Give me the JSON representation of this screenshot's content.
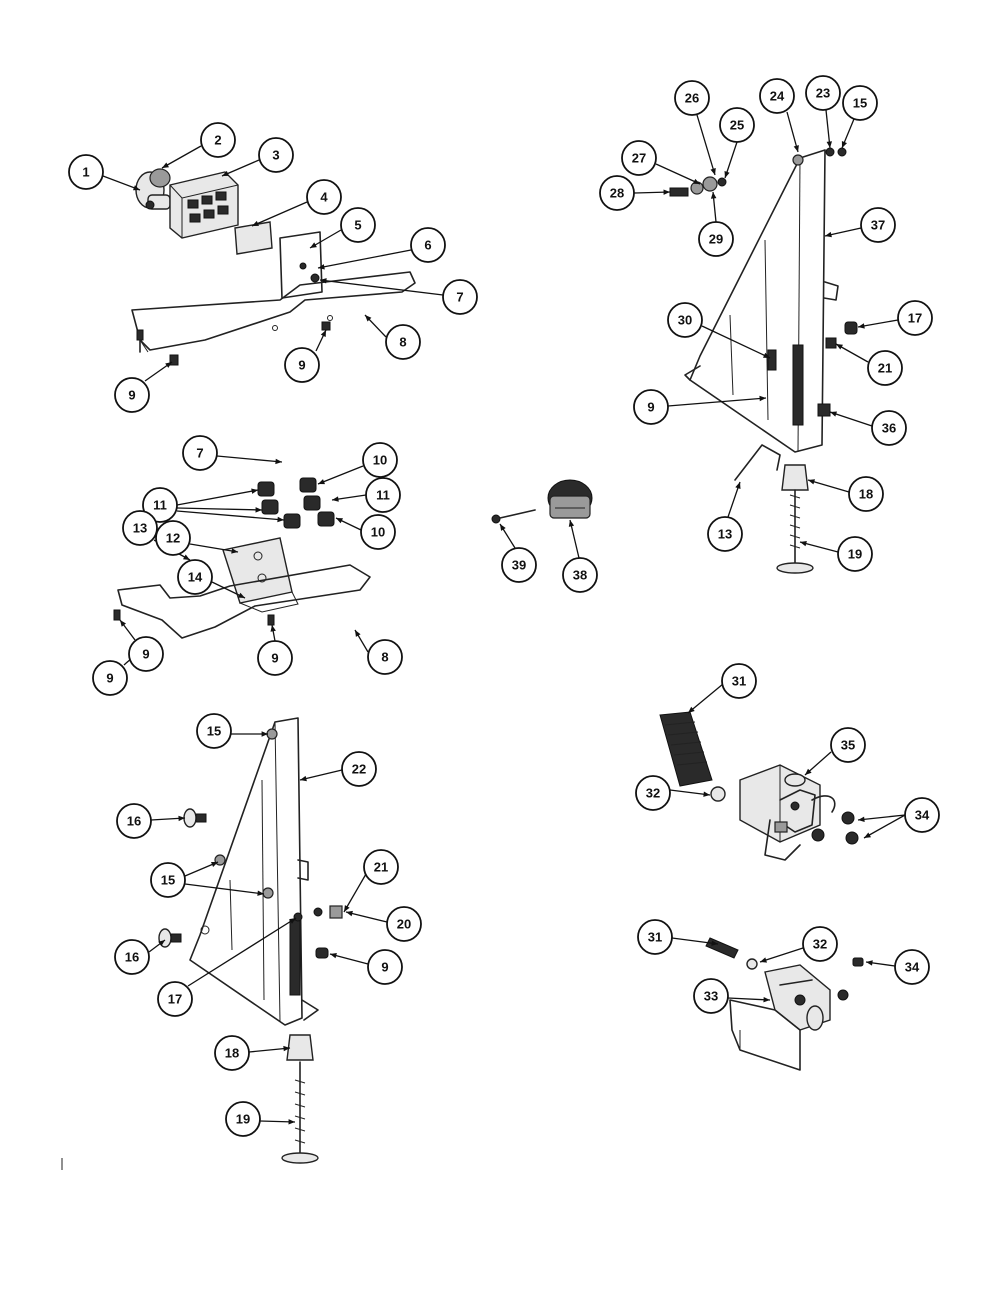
{
  "callouts": [
    "1",
    "2",
    "3",
    "4",
    "5",
    "6",
    "7",
    "8",
    "9",
    "10",
    "11",
    "12",
    "13",
    "14",
    "15",
    "16",
    "17",
    "18",
    "19",
    "20",
    "21",
    "22",
    "23",
    "24",
    "25",
    "26",
    "27",
    "28",
    "29",
    "30",
    "31",
    "32",
    "33",
    "34",
    "35",
    "36",
    "37",
    "38",
    "39"
  ],
  "icons": {
    "drawing": "exploded-parts-diagram",
    "callout": "numbered-circle-callout"
  }
}
